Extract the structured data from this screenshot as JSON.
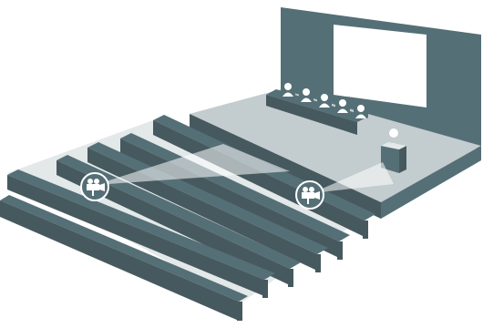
{
  "colors": {
    "primary": "#556f76",
    "dark": "#46595e",
    "floor": "#c3cccf",
    "light": "#e3e8e9",
    "beam": "#ffffff",
    "screen": "#ffffff"
  },
  "scene": {
    "rows": 6,
    "panel_members": 5,
    "cameras": [
      "camera-left",
      "camera-right"
    ],
    "icons": [
      "video-camera-icon",
      "video-camera-icon",
      "speaker-at-podium-icon",
      "panel-member-icon"
    ]
  }
}
